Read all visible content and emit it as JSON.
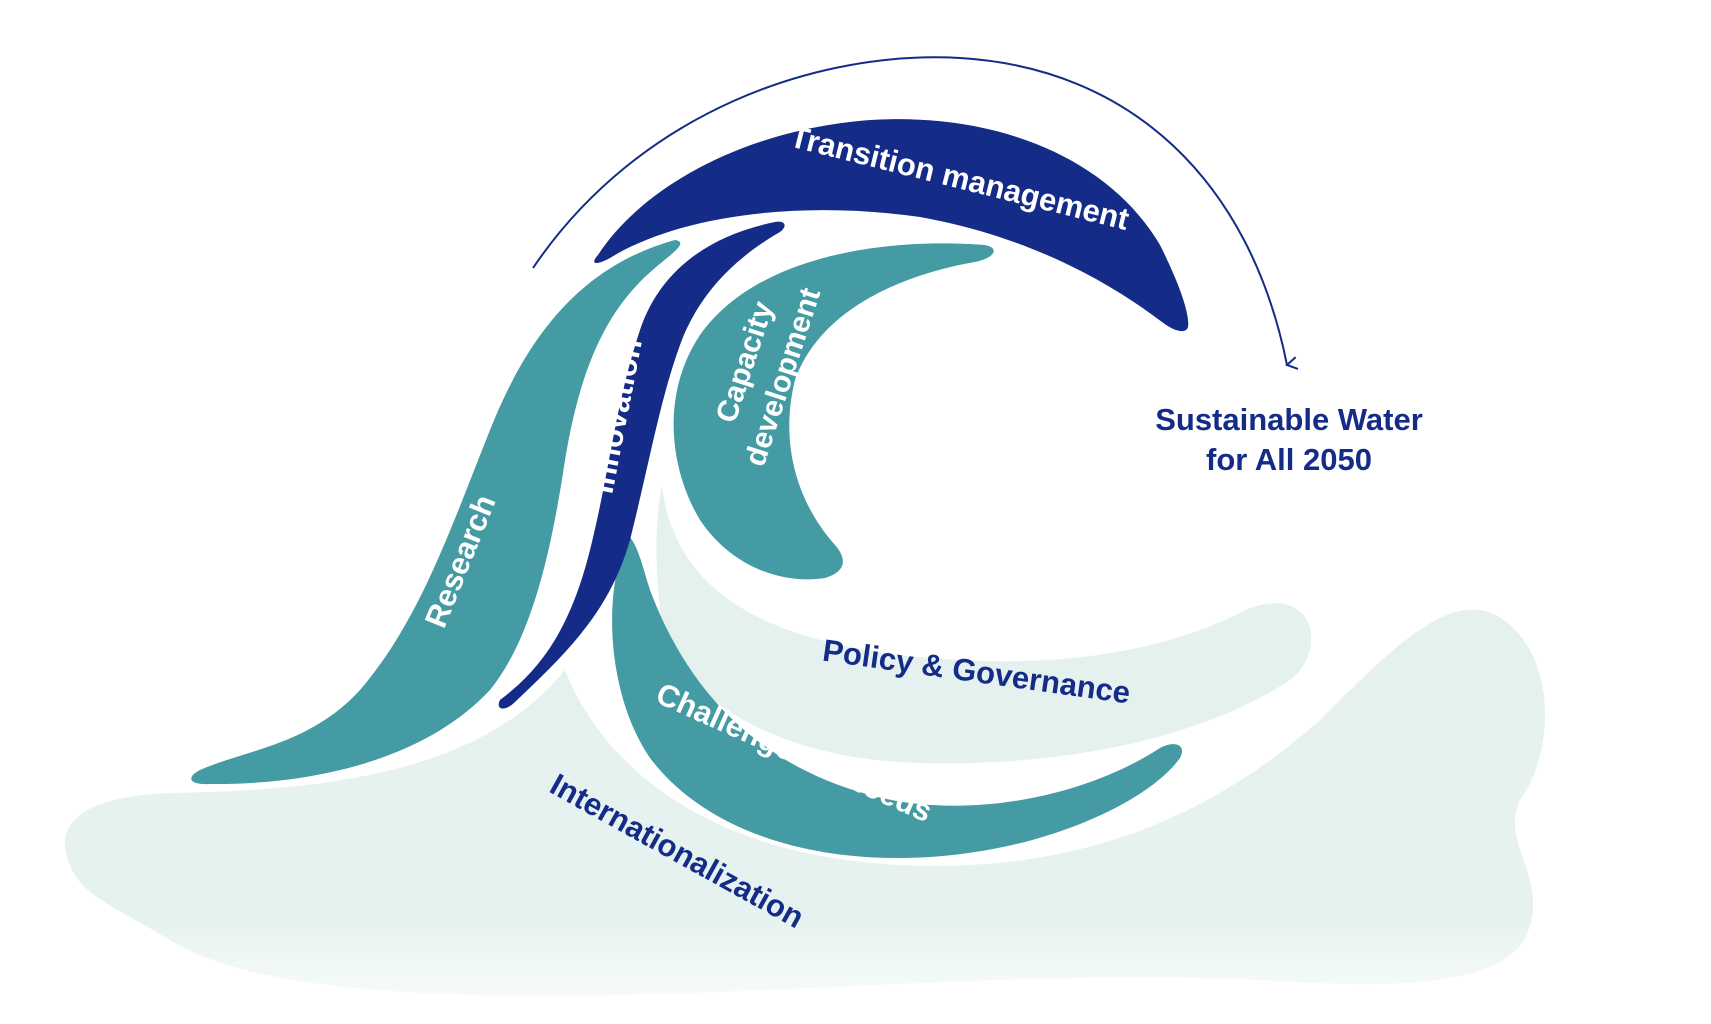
{
  "labels": {
    "transition_management": "Transition management",
    "innovation": "Innovation",
    "capacity_line1": "Capacity",
    "capacity_line2": "development",
    "research": "Research",
    "policy_governance": "Policy & Governance",
    "challenges_needs": "Challenges & Needs",
    "internationalization": "Internationalization",
    "goal_line1": "Sustainable Water",
    "goal_line2": "for All 2050"
  },
  "colors": {
    "navy": "#142c87",
    "teal": "#459ba3",
    "pale": "#e4f1ef",
    "white": "#ffffff"
  }
}
